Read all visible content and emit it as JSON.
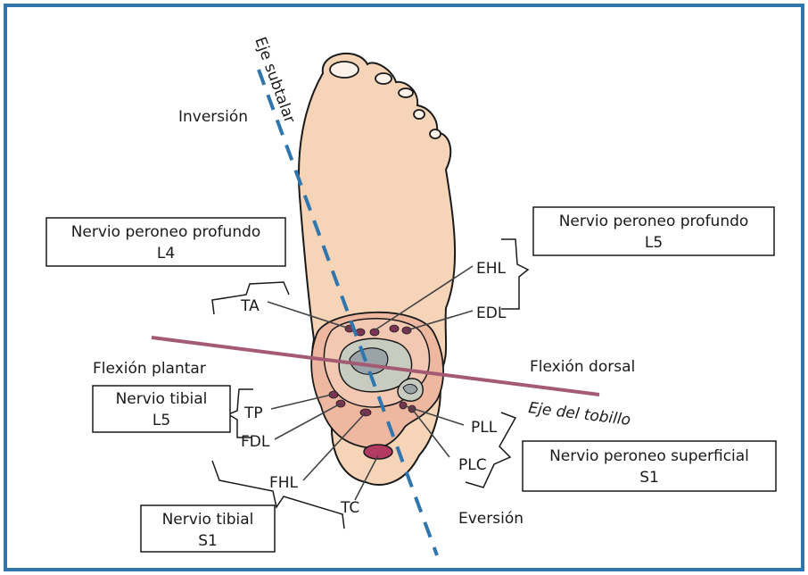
{
  "axes": {
    "subtalar": "Eje subtalar",
    "ankle": "Eje del tobillo"
  },
  "movements": {
    "inversion": "Inversión",
    "eversion": "Eversión",
    "plantar_flexion": "Flexión plantar",
    "dorsal_flexion": "Flexión dorsal"
  },
  "muscles": {
    "ta": "TA",
    "ehl": "EHL",
    "edl": "EDL",
    "tp": "TP",
    "fdl": "FDL",
    "fhl": "FHL",
    "tc": "TC",
    "pll": "PLL",
    "plc": "PLC"
  },
  "nerve_boxes": {
    "deep_peroneal_l4": {
      "line1": "Nervio peroneo profundo",
      "line2": "L4"
    },
    "deep_peroneal_l5": {
      "line1": "Nervio peroneo profundo",
      "line2": "L5"
    },
    "tibial_l5": {
      "line1": "Nervio tibial",
      "line2": "L5"
    },
    "superficial_peroneal_s1": {
      "line1": "Nervio peroneo superficial",
      "line2": "S1"
    },
    "tibial_s1": {
      "line1": "Nervio tibial",
      "line2": "S1"
    }
  },
  "colors": {
    "frame": "#2f76ae",
    "skin": "#f5d4b8",
    "section_outer": "#eeb7a0",
    "section_inner": "#f2c8b3",
    "bone": "#c8ccc0",
    "bone_inner": "#9aa3a8",
    "tendon": "#7b3553",
    "subtalar_axis": "#2f76ae",
    "ankle_axis": "#a45a72"
  }
}
